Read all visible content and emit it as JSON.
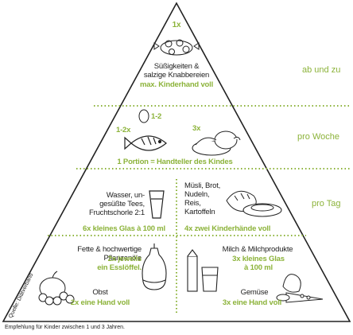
{
  "top": {
    "count": "1x",
    "text": "Süßigkeiten &\nsalzige Knabbereien",
    "amount": "max. Kinderhand voll"
  },
  "middle": {
    "egg_count": "1-2",
    "fish_count": "1-2x",
    "meat_count": "3x",
    "portion": "1 Portion = Handteller des Kindes"
  },
  "bottom_left_top": {
    "text": "Wasser, un-\ngesüßte Tees,\nFruchtschorle 2:1",
    "amount": "6x kleines Glas à 100 ml"
  },
  "bottom_right_top": {
    "text": "Müsli, Brot,\nNudeln,\nReis,\nKartoffeln",
    "amount": "4x zwei Kinderhände voll"
  },
  "bottom_left_mid": {
    "text": "Fette & hochwertige\nPflanzenöle",
    "highlight": "2x jeweils\nein Esslöffel."
  },
  "bottom_right_mid": {
    "text": "Milch & Milchprodukte",
    "amount": "3x kleines Glas\nà 100 ml"
  },
  "fruit": {
    "label": "Obst",
    "amount": "2x eine Hand voll"
  },
  "veg": {
    "label": "Gemüse",
    "amount": "3x eine Hand voll"
  },
  "side_labels": {
    "top": "ab und zu",
    "middle": "pro Woche",
    "bottom": "pro Tag"
  },
  "source": "Quelle: Diätverband",
  "footnote": "Empfehlung für Kinder zwischen 1 und 3 Jahren.",
  "colors": {
    "accent": "#8cb33a",
    "line": "#222222"
  },
  "icons": [
    "candy-icon",
    "egg-icon",
    "fish-icon",
    "meat-icon",
    "water-glass-icon",
    "bread-icon",
    "oil-carafe-icon",
    "milk-icon",
    "fruit-icon",
    "vegetable-icon"
  ]
}
